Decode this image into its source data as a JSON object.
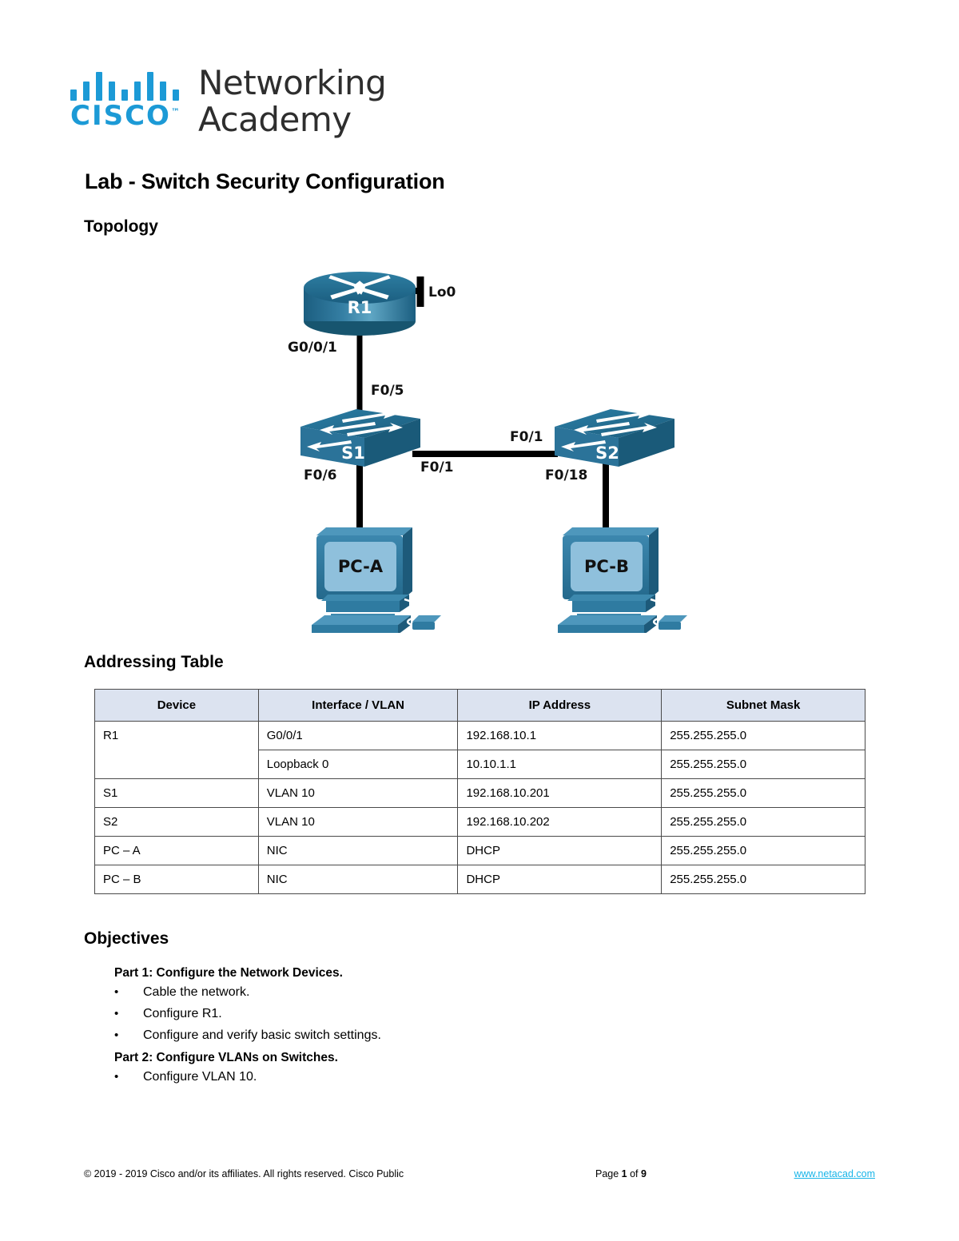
{
  "logo": {
    "brand": "CISCO",
    "tm": "™",
    "line1": "Networking",
    "line2": "Academy",
    "bar_color": "#1C9AD6",
    "bars": [
      14,
      24,
      36,
      24,
      14,
      24,
      36,
      24,
      14
    ]
  },
  "document": {
    "title": "Lab - Switch Security Configuration"
  },
  "sections": {
    "topology_heading": "Topology",
    "addressing_heading": "Addressing Table",
    "objectives_heading": "Objectives"
  },
  "topology": {
    "devices": {
      "router": "R1",
      "switch1": "S1",
      "switch2": "S2",
      "pc_a": "PC-A",
      "pc_b": "PC-B"
    },
    "links": {
      "loopback": "Lo0",
      "r1_to_s1": "G0/0/1",
      "s1_to_r1": "F0/5",
      "s1_to_s2": "F0/1",
      "s2_to_s1": "F0/1",
      "s1_to_pca": "F0/6",
      "s2_to_pcb": "F0/18"
    },
    "colors": {
      "device_top": "#1F6B8E",
      "device_front": "#2B7399",
      "device_side": "#1A5C7D",
      "screen": "#8FC0DC",
      "cable": "#000000"
    }
  },
  "addressing_table": {
    "columns": [
      "Device",
      "Interface / VLAN",
      "IP Address",
      "Subnet Mask"
    ],
    "rows": [
      {
        "device": "R1",
        "interface": "G0/0/1",
        "ip": "192.168.10.1",
        "mask": "255.255.255.0"
      },
      {
        "device": "",
        "interface": "Loopback 0",
        "ip": "10.10.1.1",
        "mask": "255.255.255.0"
      },
      {
        "device": "S1",
        "interface": "VLAN 10",
        "ip": "192.168.10.201",
        "mask": "255.255.255.0"
      },
      {
        "device": "S2",
        "interface": "VLAN 10",
        "ip": "192.168.10.202",
        "mask": "255.255.255.0"
      },
      {
        "device": "PC – A",
        "interface": "NIC",
        "ip": "DHCP",
        "mask": "255.255.255.0"
      },
      {
        "device": "PC – B",
        "interface": "NIC",
        "ip": "DHCP",
        "mask": "255.255.255.0"
      }
    ],
    "header_background": "#DCE3F0"
  },
  "objectives": {
    "parts": [
      {
        "heading": "Part 1: Configure the Network Devices.",
        "bullets": [
          "Cable the network.",
          "Configure R1.",
          "Configure and verify basic switch settings."
        ]
      },
      {
        "heading": "Part 2: Configure VLANs on Switches.",
        "bullets": [
          "Configure VLAN 10."
        ]
      }
    ],
    "bullet_glyph": "•"
  },
  "footer": {
    "copyright": "© 2019 - 2019 Cisco and/or its affiliates. All rights reserved. Cisco Public",
    "page_prefix": "Page ",
    "page_current": "1",
    "page_middle": " of ",
    "page_total": "9",
    "url": "www.netacad.com",
    "url_color": "#19B5E8"
  }
}
